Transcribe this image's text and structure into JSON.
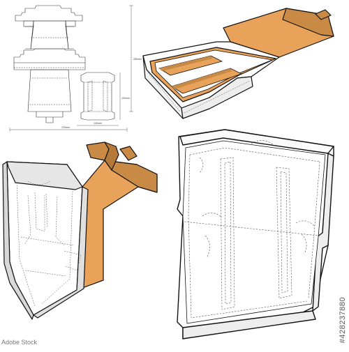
{
  "stock_id": "#428237880",
  "watermark": "Adobe Stock",
  "dimensions": {
    "height": "285mm",
    "height_right": "150mm",
    "width": "370mm",
    "width_right": "140mm"
  },
  "colors": {
    "kraft": "#E8A25A",
    "kraft_dark": "#C98A45",
    "kraft_shade": "#B57A3A",
    "white_face": "#FFFFFF",
    "shadow_face": "#D8D8D8",
    "outline": "#111111",
    "dashed": "#555555"
  }
}
